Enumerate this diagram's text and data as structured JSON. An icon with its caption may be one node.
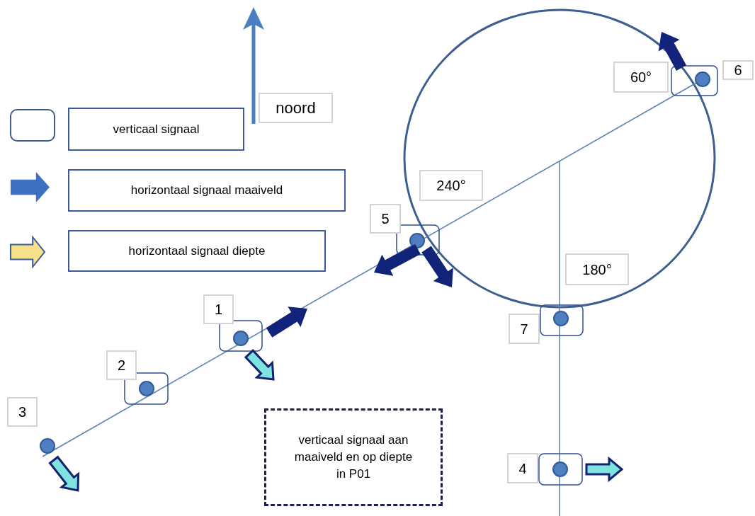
{
  "diagram": {
    "nodes": [
      {
        "text": [
          "noord"
        ]
      },
      {
        "text": [
          "6"
        ]
      },
      {
        "text": [
          "60°"
        ]
      },
      {
        "text": [
          "240°"
        ]
      },
      {
        "text": [
          "5"
        ]
      },
      {
        "text": [
          "180°"
        ]
      },
      {
        "text": [
          "1"
        ]
      },
      {
        "text": [
          "7"
        ]
      },
      {
        "text": [
          "2"
        ]
      },
      {
        "text": [
          "3"
        ]
      },
      {
        "text": [
          "verticaal signaal aan maaiveld en op diepte in P01"
        ]
      },
      {
        "text": [
          "4"
        ]
      }
    ],
    "edges": [],
    "legend": [
      {
        "text": "verticaal signaal"
      },
      {
        "text": "horizontaal signaal maaiveld",
        "color": "#3f6fc0"
      },
      {
        "text": "horizontaal signaal diepte",
        "color": "#f7e08a"
      }
    ]
  }
}
